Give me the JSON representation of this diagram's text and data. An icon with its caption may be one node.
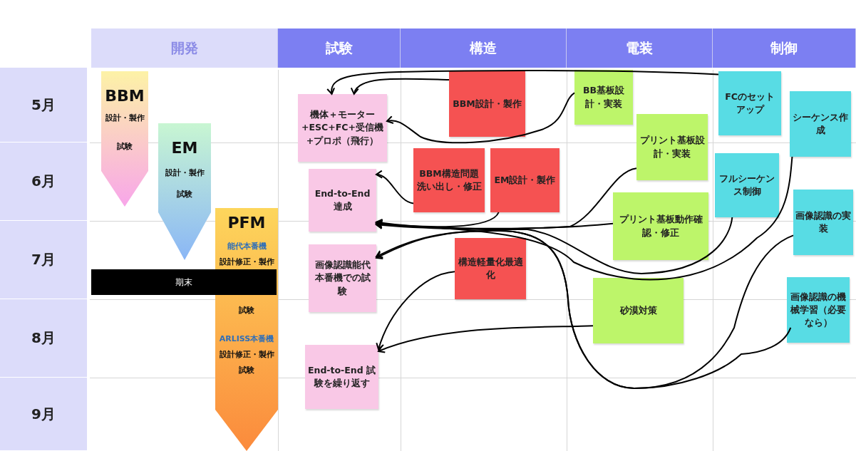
{
  "diagram": {
    "nodes": [
      {
        "text": [
          "BBM",
          "設計・製作",
          "試験"
        ]
      },
      {
        "text": [
          "EM",
          "設計・製作",
          "試験"
        ]
      },
      {
        "text": [
          "PFM",
          "能代本番機",
          "設計修正・製作",
          "試験",
          "ARLISS本番機",
          "設計修正・製作",
          "試験"
        ]
      },
      {
        "text": [
          "期末"
        ]
      },
      {
        "text": [
          "機体＋モーター +ESC+FC+受信機 +プロポ（飛行）"
        ]
      },
      {
        "text": [
          "End-to-End 達成"
        ]
      },
      {
        "text": [
          "画像認識能代本番機での試験"
        ]
      },
      {
        "text": [
          "End-to-End 試験を繰り返す"
        ]
      },
      {
        "text": [
          "BBM設計・製作"
        ]
      },
      {
        "text": [
          "BBM構造問題洗い出し・修正"
        ]
      },
      {
        "text": [
          "EM設計・製作"
        ]
      },
      {
        "text": [
          "構造軽量化最適化"
        ]
      },
      {
        "text": [
          "BB基板設計・実装"
        ]
      },
      {
        "text": [
          "プリント基板設計・実装"
        ]
      },
      {
        "text": [
          "プリント基板動作確認・修正"
        ]
      },
      {
        "text": [
          "砂漠対策"
        ]
      },
      {
        "text": [
          "FCのセットアップ"
        ]
      },
      {
        "text": [
          "シーケンス作成"
        ]
      },
      {
        "text": [
          "フルシーケンス制御"
        ]
      },
      {
        "text": [
          "画像認識の実装"
        ]
      },
      {
        "text": [
          "画像認識の機械学習（必要なら）"
        ]
      }
    ],
    "edges": [
      {
        "from": 16,
        "to": 4,
        "arrow": "to"
      },
      {
        "from": 8,
        "to": 4,
        "arrow": "to"
      },
      {
        "from": 12,
        "to": 4,
        "arrow": "to"
      },
      {
        "from": 9,
        "to": 5,
        "arrow": "to"
      },
      {
        "from": 10,
        "to": 5,
        "arrow": "to"
      },
      {
        "from": 13,
        "to": 5,
        "arrow": "to"
      },
      {
        "from": 14,
        "to": 5,
        "arrow": "to"
      },
      {
        "from": 17,
        "to": 5,
        "arrow": "to"
      },
      {
        "from": 18,
        "to": 5,
        "arrow": "to"
      },
      {
        "from": 19,
        "to": 6,
        "arrow": "to"
      },
      {
        "from": 20,
        "to": 6,
        "arrow": "to"
      },
      {
        "from": 11,
        "to": 7,
        "arrow": "to"
      },
      {
        "from": 15,
        "to": 7,
        "arrow": "to"
      }
    ],
    "labels": [
      "開発",
      "試験",
      "構造",
      "電装",
      "制御",
      "5月",
      "6月",
      "7月",
      "8月",
      "9月"
    ]
  }
}
